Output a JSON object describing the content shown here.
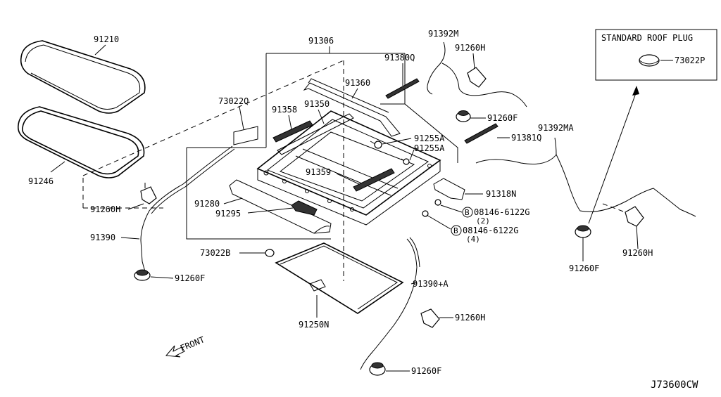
{
  "labels": {
    "p91210": "91210",
    "p91246": "91246",
    "p91306": "91306",
    "p73022q": "73022Q",
    "p91358": "91358",
    "p91350": "91350",
    "p91360": "91360",
    "p91380q": "91380Q",
    "p91392m": "91392M",
    "p91260h_top": "91260H",
    "p91260f_top": "91260F",
    "p91255a_1": "91255A",
    "p91255a_2": "91255A",
    "p91381q": "91381Q",
    "p91392ma": "91392MA",
    "p91359": "91359",
    "p91318n": "91318N",
    "p91260h_left": "91260H",
    "p91280": "91280",
    "p91295": "91295",
    "p08146_1": "08146-6122G",
    "p08146_1_qty": "(2)",
    "p08146_2": "08146-6122G",
    "p08146_2_qty": "(4)",
    "bolt_marker_1": "B",
    "bolt_marker_2": "B",
    "p91390": "91390",
    "p73022b": "73022B",
    "p91260f_left": "91260F",
    "p91390a": "91390+A",
    "p91260h_bottom": "91260H",
    "p91250n": "91250N",
    "p91260f_bottom": "91260F",
    "p91260h_right": "91260H",
    "p91260f_right": "91260F",
    "front": "FRONT",
    "std_plug_title": "STANDARD ROOF PLUG",
    "p73022p": "73022P",
    "diagram_code": "J73600CW"
  }
}
